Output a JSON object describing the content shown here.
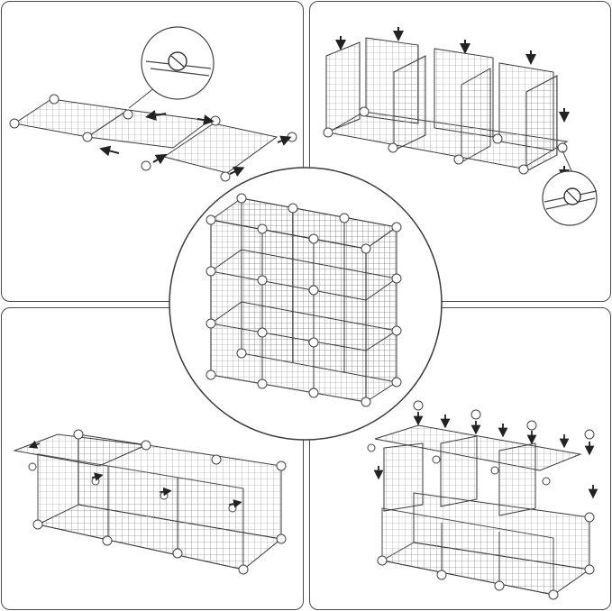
{
  "figure": {
    "steps": [
      {
        "id": "step-1",
        "description_visible": ""
      },
      {
        "id": "step-2",
        "description_visible": ""
      },
      {
        "id": "step-3",
        "description_visible": ""
      },
      {
        "id": "step-4",
        "description_visible": ""
      }
    ],
    "colors": {
      "line": "#3a3a3a",
      "grid": "#7a7a7a",
      "border": "#4a4a4a",
      "connector": "#555555",
      "background": "#ffffff"
    },
    "icons": [
      "arrow-icon",
      "connector-icon",
      "magnifier-callout-icon"
    ]
  }
}
